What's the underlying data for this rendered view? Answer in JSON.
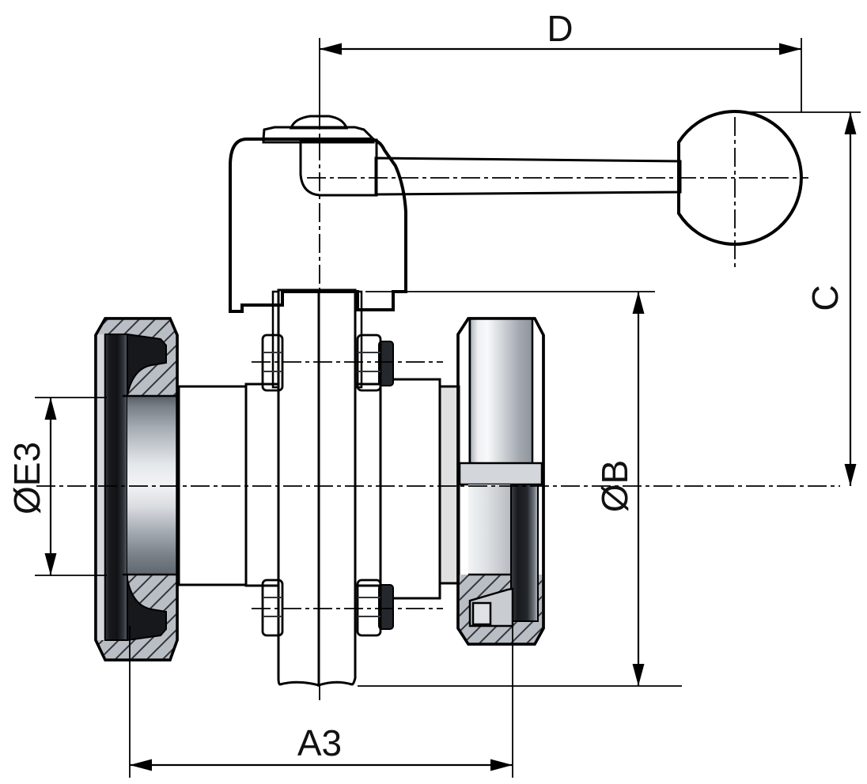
{
  "drawing": {
    "title": "Sectional technical drawing of a manually operated butterfly valve with blue hand lever and threaded union connections",
    "view": "front section view",
    "dimensions": {
      "d": {
        "label": "D",
        "meaning": "handle length from stem axis to knob axis"
      },
      "c": {
        "label": "C",
        "meaning": "height from pipe axis to top of knob"
      },
      "b": {
        "label": "ØB",
        "meaning": "valve disc / body outer diameter"
      },
      "e3": {
        "label": "ØE3",
        "meaning": "bore diameter at left union liner"
      },
      "a3": {
        "label": "A3",
        "meaning": "face-to-face length between sealing faces"
      }
    },
    "parts": [
      "knob-ball",
      "hand-lever",
      "actuator-housing",
      "stem-cap",
      "stem-cylinder",
      "valve-disc",
      "left-union-nut",
      "left-liner-seal",
      "left-cone",
      "left-flange",
      "right-flange",
      "body-cylinder",
      "ring-step",
      "right-union-nut",
      "hex-bolts",
      "lock-nuts"
    ],
    "colors": {
      "handle_blue_bright": "#5d5dff",
      "handle_blue": "#2828d4",
      "handle_blue_dark": "#000058",
      "metal_light": "#f2f3f5",
      "metal_mid": "#a7adb4",
      "metal_dark": "#565c64",
      "disc_dark": "#2b2f34",
      "seal_dark": "#17191d",
      "outline": "#000000",
      "background": "#ffffff"
    }
  }
}
